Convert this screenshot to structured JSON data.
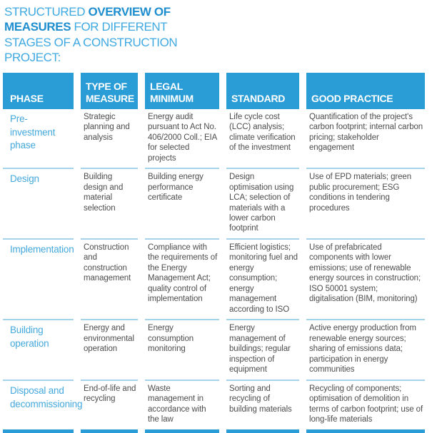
{
  "title": {
    "lines": [
      {
        "pre": "STRUCTURED ",
        "bold": "OVERVIEW OF",
        "post": ""
      },
      {
        "pre": "",
        "bold": "MEASURES",
        "post": " FOR DIFFERENT"
      },
      {
        "pre": "STAGES OF A CONSTRUCTION",
        "bold": "",
        "post": ""
      },
      {
        "pre": "PROJECT:",
        "bold": "",
        "post": ""
      }
    ]
  },
  "table": {
    "columns": [
      "PHASE",
      "TYPE OF MEASURE",
      "LEGAL MINIMUM",
      "STANDARD",
      "GOOD PRACTICE"
    ],
    "rows": [
      {
        "phase": "Pre-investment phase",
        "type_of_measure": "Strategic planning and analysis",
        "legal_minimum": "Energy audit pursuant to Act No. 406/2000 Coll.; EIA for selected projects",
        "standard": "Life cycle cost (LCC) analysis; climate verification of the investment",
        "good_practice": "Quantification of the project's carbon footprint; internal carbon pricing; stakeholder engagement"
      },
      {
        "phase": "Design",
        "type_of_measure": "Building design and material selection",
        "legal_minimum": "Building energy performance certificate",
        "standard": "Design optimisation using LCA; selection of materials with a lower carbon footprint",
        "good_practice": "Use of EPD materials; green public procurement; ESG conditions in tendering procedures"
      },
      {
        "phase": "Implementation",
        "type_of_measure": "Construction and construction management",
        "legal_minimum": "Compliance with the requirements of the Energy Management Act; quality control of implementation",
        "standard": "Efficient logistics; monitoring fuel and energy consumption; energy management according to ISO",
        "good_practice": "Use of prefabricated components with lower emissions; use of renewable energy sources in construction; ISO 50001 system; digitalisation (BIM, monitoring)"
      },
      {
        "phase": "Building operation",
        "type_of_measure": "Energy and environmental operation",
        "legal_minimum": "Energy consumption monitoring",
        "standard": "Energy management of buildings; regular inspection of equipment",
        "good_practice": "Active energy production from renewable energy sources; sharing of emissions data; participation in energy communities"
      },
      {
        "phase": "Disposal and decommissioning",
        "type_of_measure": "End-of-life and recycling",
        "legal_minimum": "Waste management in accordance with the law",
        "standard": "Sorting and recycling of building materials",
        "good_practice": "Recycling of components; optimisation of demolition in terms of carbon footprint; use of long-life materials"
      }
    ]
  },
  "colors": {
    "header_bg": "#2b9dd6",
    "phase_text": "#45a9dd",
    "title_regular": "#3fa9e1",
    "title_bold": "#1f8ece",
    "row_divider": "#a5d3ec",
    "body_text": "#4d4d4f"
  }
}
